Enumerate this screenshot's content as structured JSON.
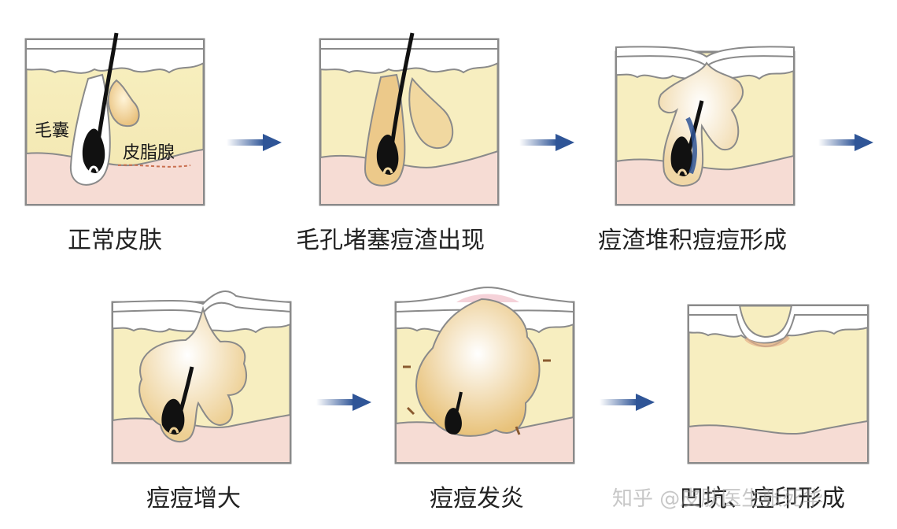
{
  "stages": [
    {
      "caption": "正常皮肤"
    },
    {
      "caption": "毛孔堵塞痘渣出现"
    },
    {
      "caption": "痘渣堆积痘痘形成"
    },
    {
      "caption": "痘痘增大"
    },
    {
      "caption": "痘痘发炎"
    },
    {
      "caption": "凹坑、痘印形成"
    }
  ],
  "labels": {
    "follicle": "毛囊",
    "sebaceous_gland": "皮脂腺"
  },
  "watermark": "知乎 @皮肤医生张死华",
  "colors": {
    "skin_fill": "#f7f0c6",
    "outline": "#8a8a8a",
    "epidermis": "#ffffff",
    "dermis_pink": "#f5dcd6",
    "sebum": "#ecc98a",
    "hair": "#111111",
    "arrow": "#2f5597"
  }
}
